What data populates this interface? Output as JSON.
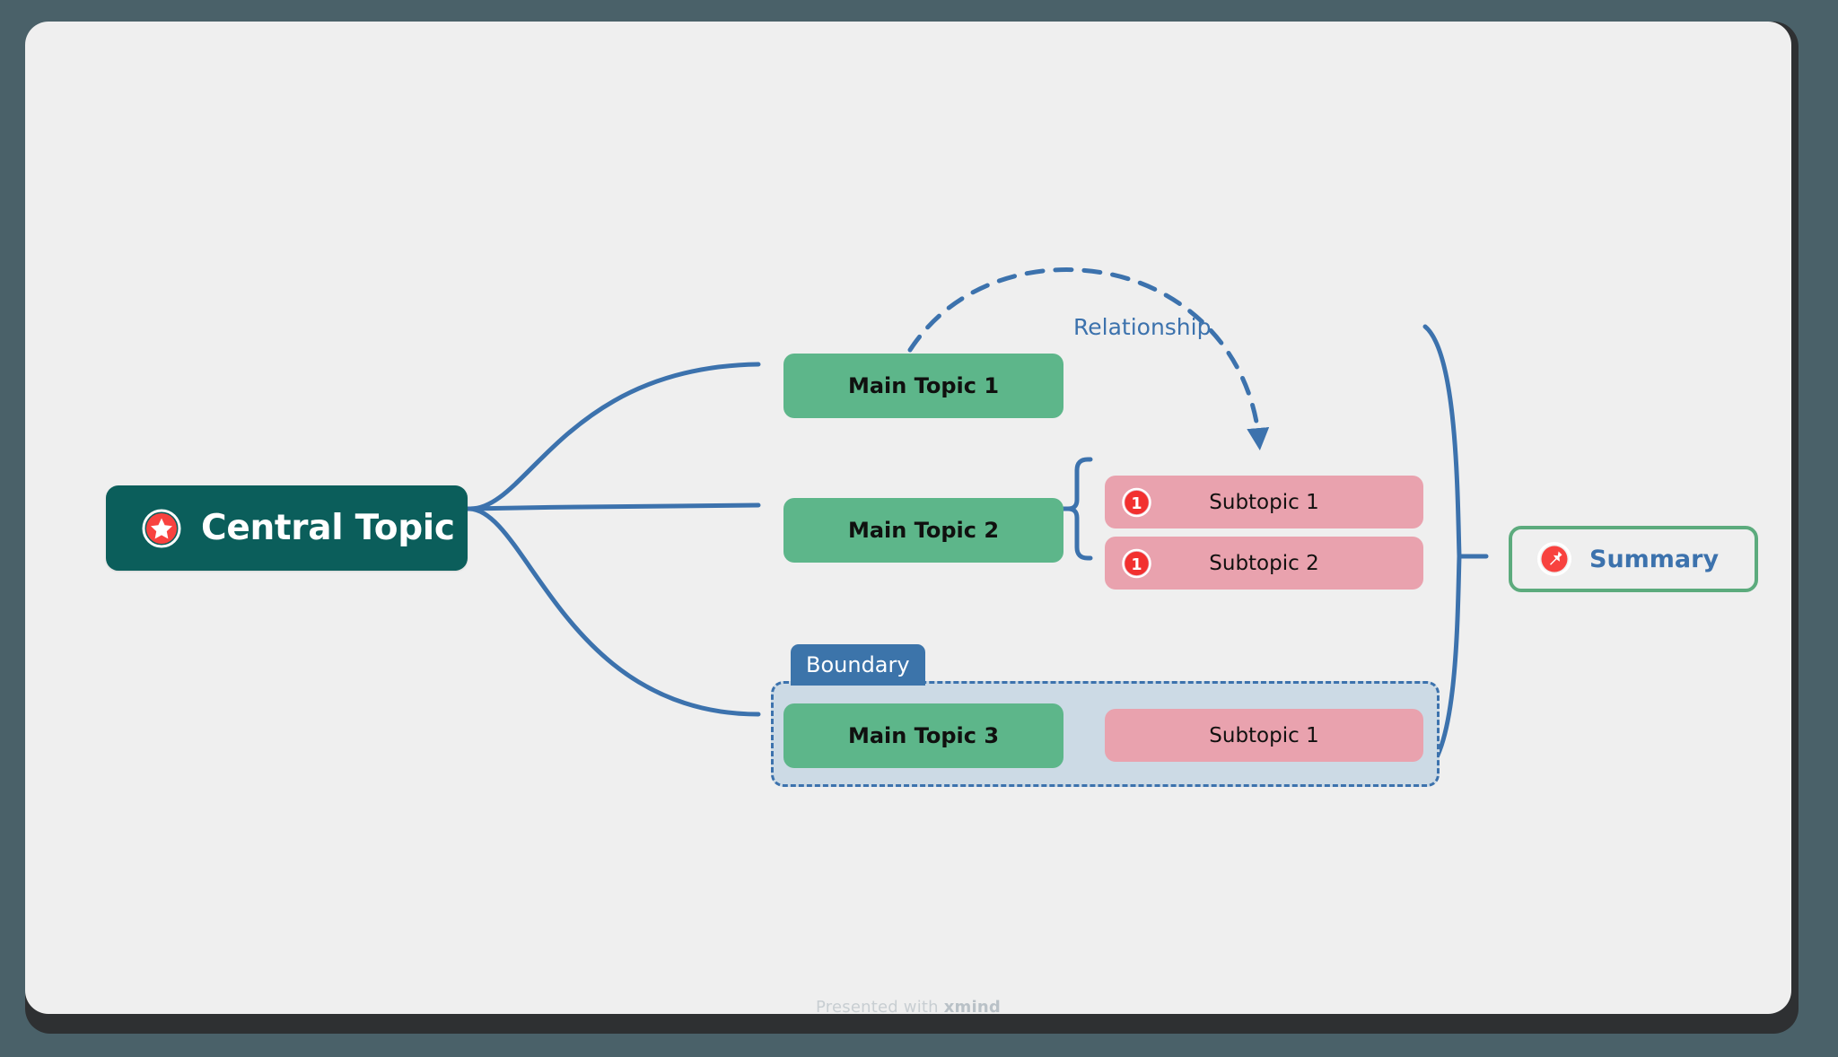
{
  "canvas": {
    "background_color": "#efefef",
    "frame_color": "#4a6169",
    "base_color": "#2e3032"
  },
  "central": {
    "label": "Central Topic",
    "icon": "star-marker-icon",
    "fill": "#0b5e5b",
    "text_color": "#ffffff"
  },
  "main_topics": [
    {
      "label": "Main Topic 1",
      "fill": "#5db68a"
    },
    {
      "label": "Main Topic 2",
      "fill": "#5db68a"
    },
    {
      "label": "Main Topic 3",
      "fill": "#5db68a"
    }
  ],
  "subtopics": [
    {
      "label": "Subtopic 1",
      "fill": "#e9a2ae",
      "marker": "priority-1-icon",
      "parent": "Main Topic 2"
    },
    {
      "label": "Subtopic 2",
      "fill": "#e9a2ae",
      "marker": "priority-1-icon",
      "parent": "Main Topic 2"
    },
    {
      "label": "Subtopic 1",
      "fill": "#e9a2ae",
      "marker": null,
      "parent": "Main Topic 3"
    }
  ],
  "summary": {
    "label": "Summary",
    "icon": "pin-marker-icon",
    "border_color": "#5cab7d",
    "text_color": "#3c72ad"
  },
  "boundary": {
    "label": "Boundary",
    "label_fill": "#3c74aa",
    "area_fill": "#ccdae5",
    "border_color": "#3c72ad",
    "border_style": "dashed"
  },
  "relationship": {
    "label": "Relationship",
    "color": "#3c72ad",
    "style": "dashed",
    "from": "Main Topic 1",
    "to": "Subtopic 1"
  },
  "connectors": {
    "color": "#3c72ad"
  },
  "footer": {
    "prefix": "Presented with ",
    "brand": "xmind"
  }
}
